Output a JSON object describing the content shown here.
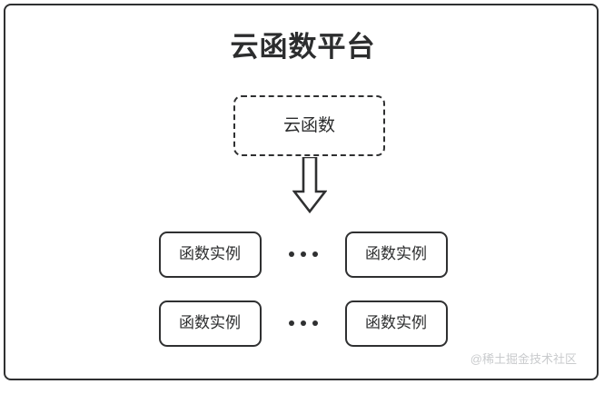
{
  "diagram": {
    "title": "云函数平台",
    "cloud_function": {
      "label": "云函数",
      "border_style": "dashed"
    },
    "arrow": {
      "icon": "arrow-down-outline",
      "direction": "down"
    },
    "ellipsis": "...",
    "instance_rows": [
      {
        "left": {
          "label": "函数实例"
        },
        "separator": "...",
        "right": {
          "label": "函数实例"
        }
      },
      {
        "left": {
          "label": "函数实例"
        },
        "separator": "...",
        "right": {
          "label": "函数实例"
        }
      }
    ],
    "watermark": "@稀土掘金技术社区",
    "colors": {
      "stroke": "#2f3031",
      "text": "#2c2d2e",
      "background": "#ffffff",
      "watermark": "#c9cbcd"
    }
  }
}
